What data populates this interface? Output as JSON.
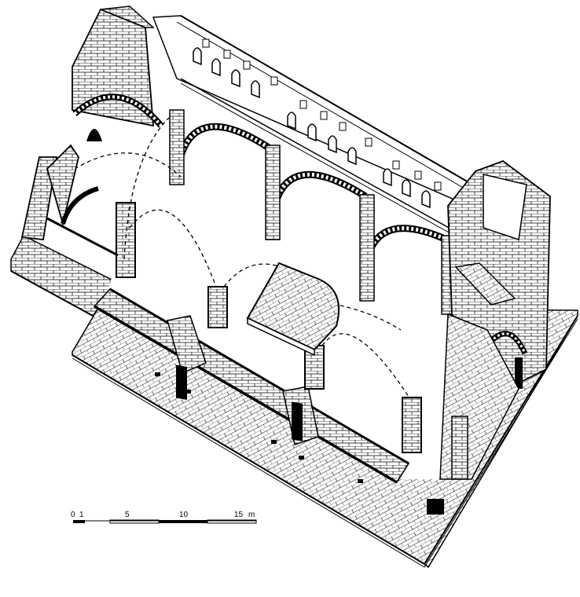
{
  "scale_bar": {
    "ticks": [
      "0",
      "1",
      "5",
      "10",
      "15"
    ],
    "unit": "m"
  }
}
